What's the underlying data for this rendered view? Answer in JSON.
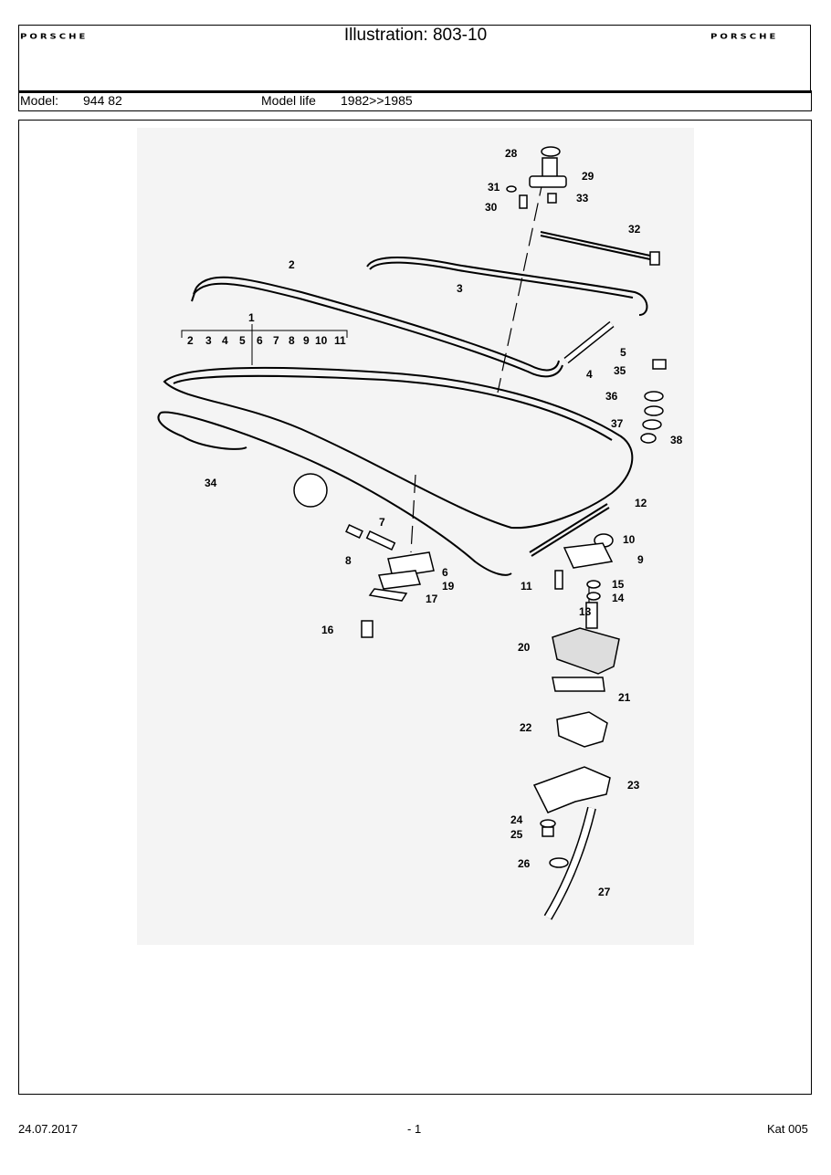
{
  "header": {
    "brand_left": "PORSCHE",
    "title": "Illustration: 803-10",
    "brand_right": "PORSCHE"
  },
  "model_row": {
    "model_label": "Model:",
    "model_value": "944 82",
    "model_life_label": "Model life",
    "model_life_value": "1982>>1985"
  },
  "diagram": {
    "callouts": [
      "28",
      "29",
      "31",
      "33",
      "30",
      "32",
      "2",
      "3",
      "5",
      "4",
      "1",
      "35",
      "36",
      "37",
      "38",
      "34",
      "12",
      "10",
      "9",
      "7",
      "8",
      "6",
      "19",
      "17",
      "16",
      "11",
      "15",
      "14",
      "13",
      "20",
      "21",
      "22",
      "23",
      "24",
      "25",
      "26",
      "27"
    ],
    "scale_numbers": [
      "2",
      "3",
      "4",
      "5",
      "6",
      "7",
      "8",
      "9",
      "10",
      "11"
    ]
  },
  "footer": {
    "date": "24.07.2017",
    "page": "- 1",
    "catalog": "Kat 005"
  }
}
